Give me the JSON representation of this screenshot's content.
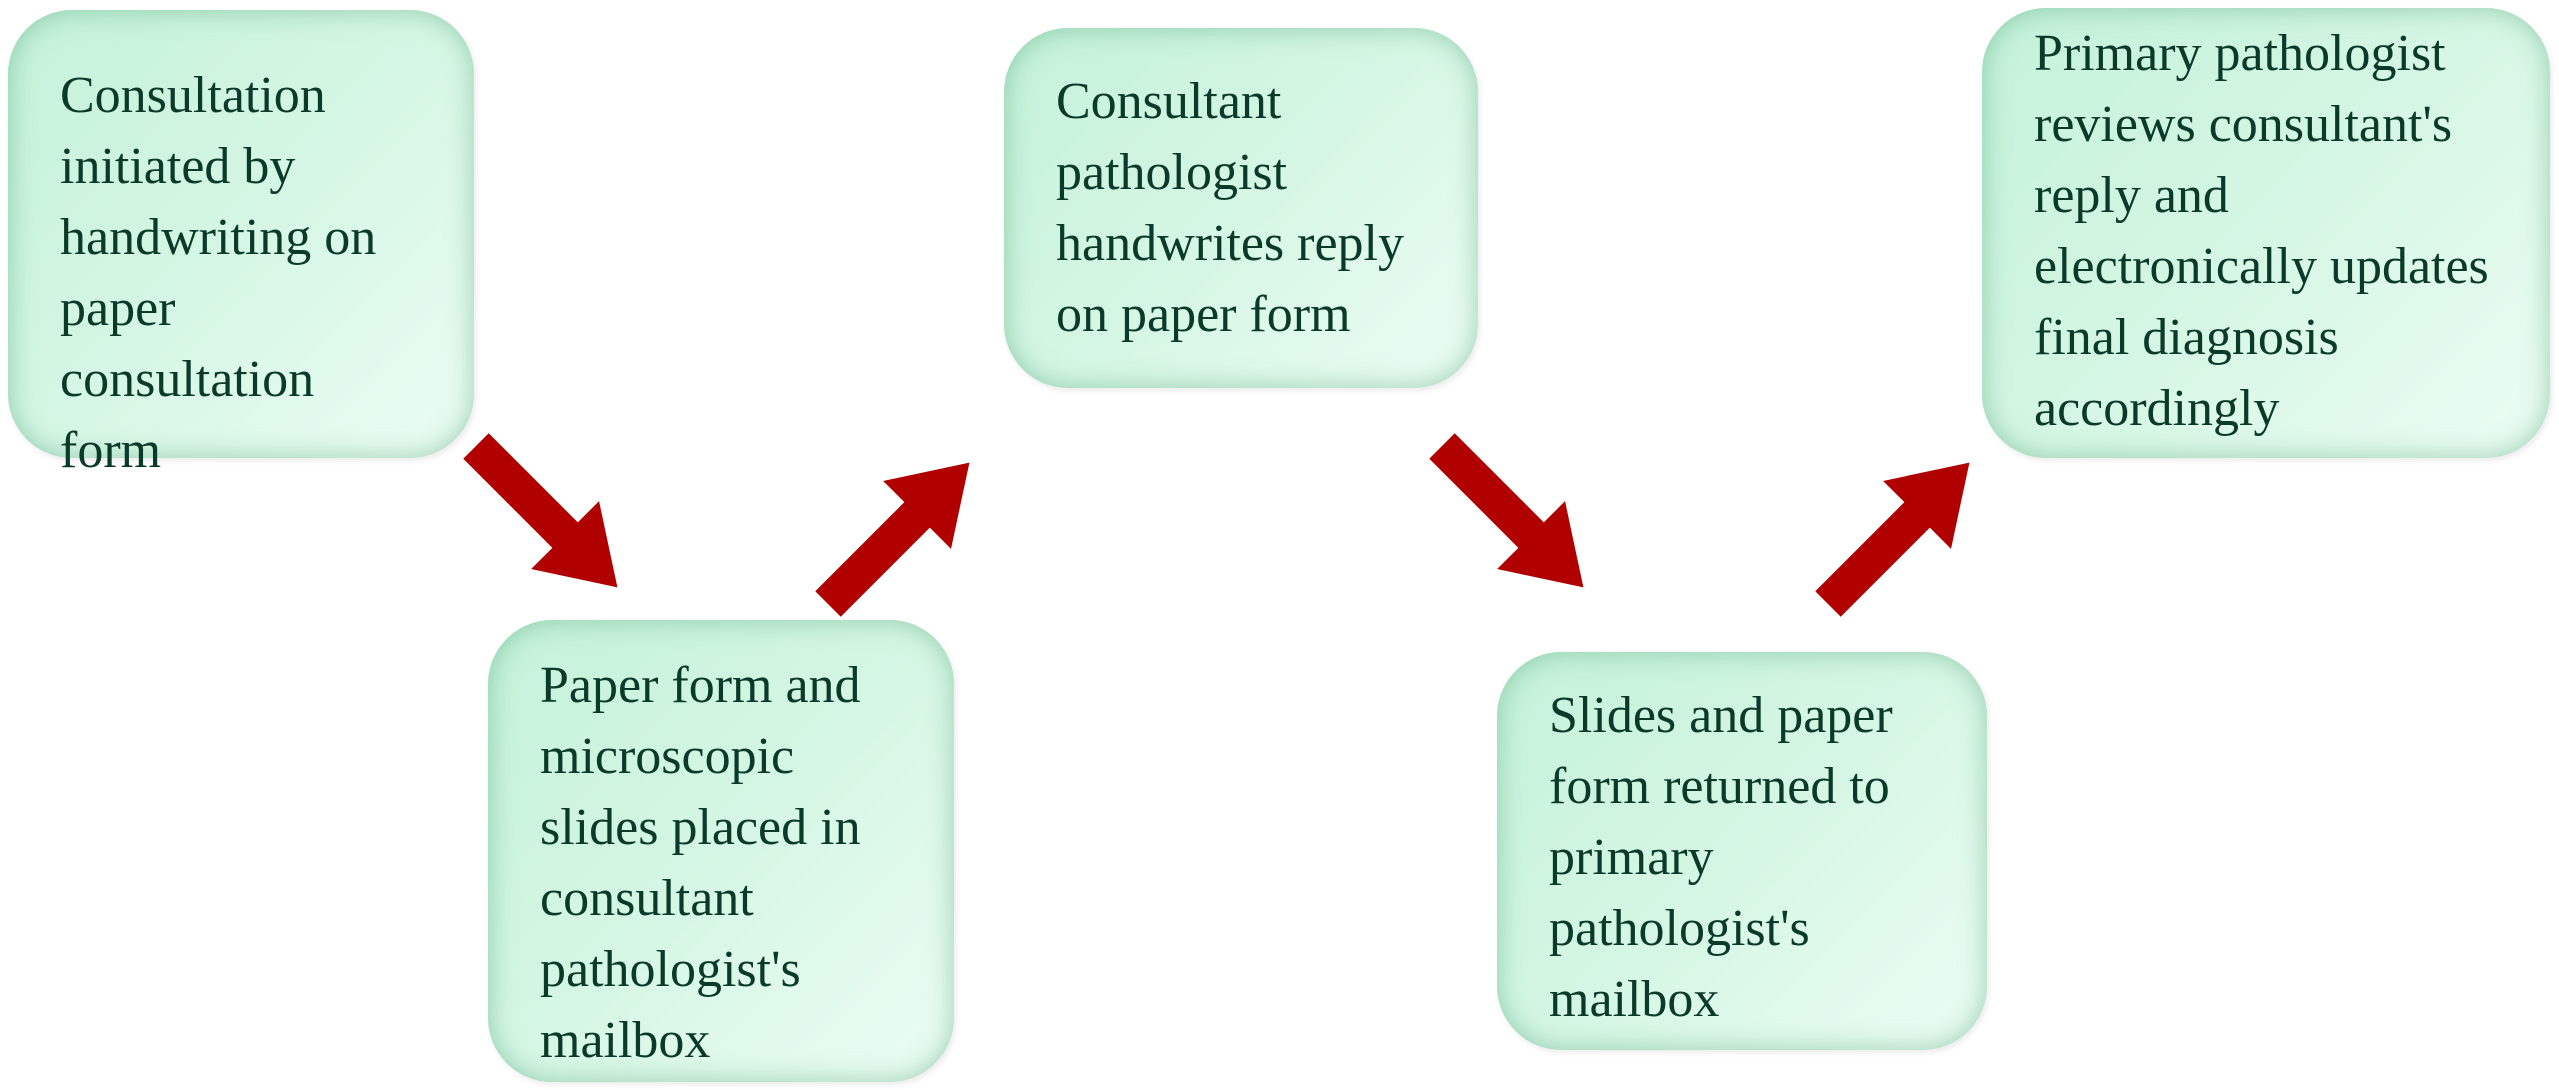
{
  "diagram": {
    "steps": [
      "Consultation\ninitiated by\nhandwriting on\npaper\nconsultation form",
      "Paper form and\nmicroscopic\nslides placed in\nconsultant\npathologist's\nmailbox",
      "Consultant\npathologist\nhandwrites reply\non paper form",
      "Slides and paper\nform returned to\nprimary\npathologist's\nmailbox",
      "Primary pathologist\nreviews consultant's\nreply and\nelectronically updates\nfinal diagnosis\naccordingly"
    ],
    "colors": {
      "box_fill": "#d3f6e3",
      "box_edge": "#5aaa7d",
      "text": "#0a3a2a",
      "arrow": "#b00000"
    }
  }
}
